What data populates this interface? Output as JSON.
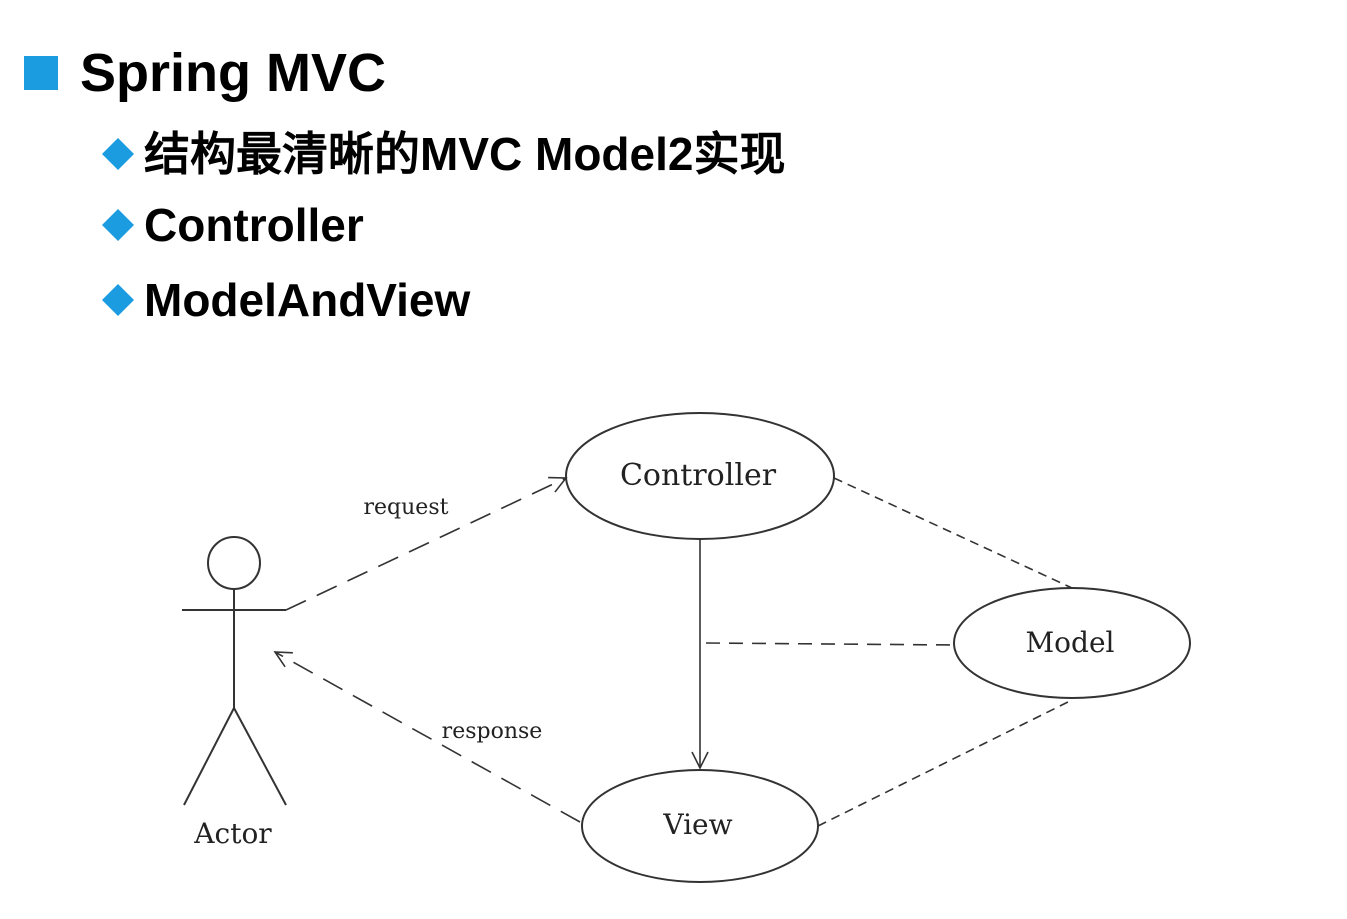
{
  "heading": {
    "title": "Spring MVC",
    "bullet_color": "#1b9be0"
  },
  "bullets": [
    {
      "label": "结构最清晰的MVC Model2实现"
    },
    {
      "label": "Controller"
    },
    {
      "label": "ModelAndView"
    }
  ],
  "diagram": {
    "actor_label": "Actor",
    "nodes": {
      "controller": "Controller",
      "model": "Model",
      "view": "View"
    },
    "edges": {
      "request": "request",
      "response": "response"
    }
  }
}
